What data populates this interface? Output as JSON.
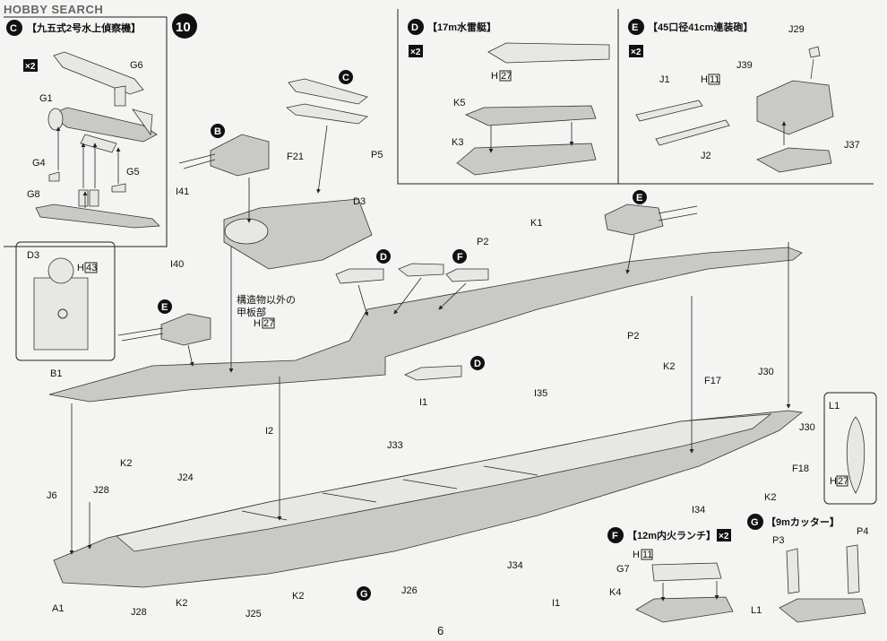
{
  "watermark": "HOBBY SEARCH",
  "page_number": "6",
  "step_number": "10",
  "insets": {
    "c": {
      "letter": "C",
      "title": "【九五式2号水上偵察機】",
      "qty": "×2",
      "parts": [
        "G6",
        "G1",
        "G4",
        "G5",
        "G8"
      ]
    },
    "d": {
      "letter": "D",
      "title": "【17m水雷艇】",
      "qty": "×2",
      "parts": [
        "H",
        "27",
        "K5",
        "K3"
      ]
    },
    "e": {
      "letter": "E",
      "title": "【45口径41cm連装砲】",
      "qty": "×2",
      "parts": [
        "J29",
        "J39",
        "J1",
        "H",
        "11",
        "J2",
        "J37"
      ]
    },
    "d3": {
      "title": "D3",
      "h": "H",
      "hn": "43"
    },
    "l1": {
      "title": "L1",
      "h": "H",
      "hn": "27"
    },
    "f": {
      "letter": "F",
      "title": "【12m内火ランチ】",
      "qty": "×2",
      "parts": [
        "H",
        "11",
        "G7",
        "K4"
      ]
    },
    "g": {
      "letter": "G",
      "title": "【9mカッター】",
      "parts": [
        "P3",
        "P4",
        "L1"
      ]
    }
  },
  "main_labels": {
    "b": "B",
    "c": "C",
    "e_top": "E",
    "e_left": "E",
    "d_1": "D",
    "d_2": "D",
    "f_1": "F",
    "g_1": "G",
    "F21": "F21",
    "P5": "P5",
    "I41": "I41",
    "D3": "D3",
    "I40": "I40",
    "K1": "K1",
    "P2a": "P2",
    "P2b": "P2",
    "deck_note_1": "構造物以外の",
    "deck_note_2": "甲板部",
    "deck_h": "H",
    "deck_hn": "27",
    "B1": "B1",
    "K2a": "K2",
    "F17": "F17",
    "J30a": "J30",
    "J30b": "J30",
    "F18": "F18",
    "K2b": "K2",
    "I35": "I35",
    "I1a": "I1",
    "J33": "J33",
    "I2": "I2",
    "K2c": "K2",
    "J24": "J24",
    "J6": "J6",
    "J28a": "J28",
    "I34": "I34",
    "J34": "J34",
    "I1b": "I1",
    "J26": "J26",
    "K2d": "K2",
    "K2e": "K2",
    "J25": "J25",
    "A1": "A1",
    "J28b": "J28"
  }
}
